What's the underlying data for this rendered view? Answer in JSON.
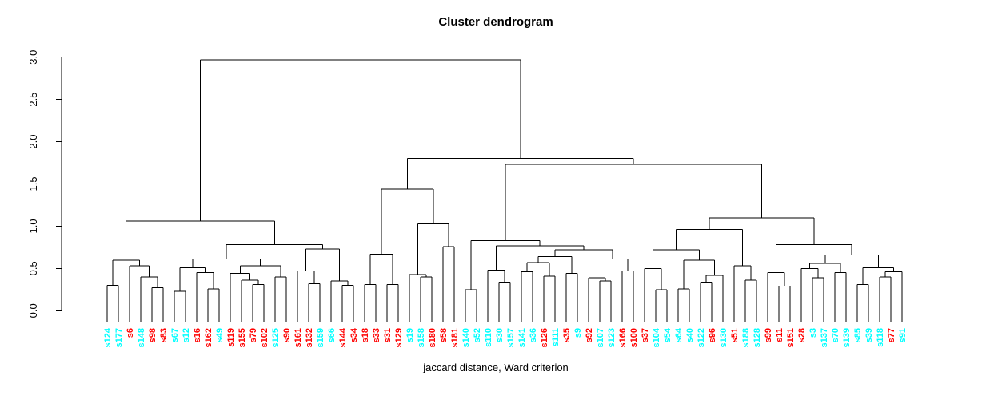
{
  "title": "Cluster dendrogram",
  "subtitle": "jaccard distance, Ward criterion",
  "colors": {
    "red": "#FF0000",
    "cyan": "#00FFFF",
    "line": "#000000",
    "background": "#FFFFFF"
  },
  "chart_data": {
    "type": "dendrogram",
    "title": "Cluster dendrogram",
    "subtitle": "jaccard distance, Ward criterion",
    "ylabel": "",
    "ylim": [
      0,
      3
    ],
    "yticks": [
      "0.0",
      "0.5",
      "1.0",
      "1.5",
      "2.0",
      "2.5",
      "3.0"
    ],
    "ytick_values": [
      0,
      0.5,
      1,
      1.5,
      2,
      2.5,
      3
    ],
    "grid": "off",
    "root_height": 2.97,
    "leaves": [
      {
        "label": "s124",
        "color": "cyan"
      },
      {
        "label": "s177",
        "color": "cyan"
      },
      {
        "label": "s6",
        "color": "red"
      },
      {
        "label": "s148",
        "color": "cyan"
      },
      {
        "label": "s98",
        "color": "red"
      },
      {
        "label": "s83",
        "color": "red"
      },
      {
        "label": "s67",
        "color": "cyan"
      },
      {
        "label": "s12",
        "color": "cyan"
      },
      {
        "label": "s16",
        "color": "red"
      },
      {
        "label": "s162",
        "color": "red"
      },
      {
        "label": "s49",
        "color": "cyan"
      },
      {
        "label": "s119",
        "color": "red"
      },
      {
        "label": "s155",
        "color": "red"
      },
      {
        "label": "s79",
        "color": "red"
      },
      {
        "label": "s102",
        "color": "red"
      },
      {
        "label": "s125",
        "color": "cyan"
      },
      {
        "label": "s90",
        "color": "red"
      },
      {
        "label": "s161",
        "color": "red"
      },
      {
        "label": "s132",
        "color": "red"
      },
      {
        "label": "s159",
        "color": "cyan"
      },
      {
        "label": "s66",
        "color": "cyan"
      },
      {
        "label": "s144",
        "color": "red"
      },
      {
        "label": "s34",
        "color": "red"
      },
      {
        "label": "s18",
        "color": "red"
      },
      {
        "label": "s33",
        "color": "red"
      },
      {
        "label": "s31",
        "color": "red"
      },
      {
        "label": "s129",
        "color": "red"
      },
      {
        "label": "s19",
        "color": "cyan"
      },
      {
        "label": "s158",
        "color": "cyan"
      },
      {
        "label": "s180",
        "color": "red"
      },
      {
        "label": "s58",
        "color": "red"
      },
      {
        "label": "s181",
        "color": "red"
      },
      {
        "label": "s140",
        "color": "cyan"
      },
      {
        "label": "s52",
        "color": "cyan"
      },
      {
        "label": "s110",
        "color": "cyan"
      },
      {
        "label": "s30",
        "color": "cyan"
      },
      {
        "label": "s157",
        "color": "cyan"
      },
      {
        "label": "s141",
        "color": "cyan"
      },
      {
        "label": "s36",
        "color": "cyan"
      },
      {
        "label": "s126",
        "color": "red"
      },
      {
        "label": "s111",
        "color": "cyan"
      },
      {
        "label": "s35",
        "color": "red"
      },
      {
        "label": "s9",
        "color": "cyan"
      },
      {
        "label": "s92",
        "color": "red"
      },
      {
        "label": "s107",
        "color": "cyan"
      },
      {
        "label": "s123",
        "color": "cyan"
      },
      {
        "label": "s166",
        "color": "red"
      },
      {
        "label": "s100",
        "color": "red"
      },
      {
        "label": "s37",
        "color": "red"
      },
      {
        "label": "s104",
        "color": "cyan"
      },
      {
        "label": "s54",
        "color": "cyan"
      },
      {
        "label": "s64",
        "color": "cyan"
      },
      {
        "label": "s40",
        "color": "cyan"
      },
      {
        "label": "s122",
        "color": "cyan"
      },
      {
        "label": "s96",
        "color": "red"
      },
      {
        "label": "s130",
        "color": "cyan"
      },
      {
        "label": "s51",
        "color": "red"
      },
      {
        "label": "s188",
        "color": "cyan"
      },
      {
        "label": "s128",
        "color": "cyan"
      },
      {
        "label": "s99",
        "color": "red"
      },
      {
        "label": "s11",
        "color": "red"
      },
      {
        "label": "s151",
        "color": "red"
      },
      {
        "label": "s28",
        "color": "red"
      },
      {
        "label": "s3",
        "color": "cyan"
      },
      {
        "label": "s137",
        "color": "cyan"
      },
      {
        "label": "s70",
        "color": "cyan"
      },
      {
        "label": "s139",
        "color": "cyan"
      },
      {
        "label": "s85",
        "color": "cyan"
      },
      {
        "label": "s39",
        "color": "cyan"
      },
      {
        "label": "s118",
        "color": "cyan"
      },
      {
        "label": "s77",
        "color": "red"
      },
      {
        "label": "s91",
        "color": "cyan"
      }
    ],
    "tree": [
      2.97,
      [
        1.06,
        [
          0.6,
          [
            0.3,
            "s124",
            "s177"
          ],
          [
            0.53,
            "s6",
            [
              0.4,
              "s148",
              [
                0.27,
                "s98",
                "s83"
              ]
            ]
          ]
        ],
        [
          0.78,
          [
            0.61,
            [
              0.51,
              [
                0.23,
                "s67",
                "s12"
              ],
              [
                0.45,
                "s16",
                [
                  0.26,
                  "s162",
                  "s49"
                ]
              ]
            ],
            [
              0.53,
              [
                0.44,
                "s119",
                [
                  0.36,
                  "s155",
                  [
                    0.31,
                    "s79",
                    "s102"
                  ]
                ]
              ],
              [
                0.4,
                "s125",
                "s90"
              ]
            ]
          ],
          [
            0.73,
            [
              0.47,
              "s161",
              [
                0.32,
                "s132",
                "s159"
              ]
            ],
            [
              0.35,
              "s66",
              [
                0.3,
                "s144",
                "s34"
              ]
            ]
          ]
        ]
      ],
      [
        1.8,
        [
          1.44,
          [
            0.67,
            [
              0.31,
              "s18",
              "s33"
            ],
            [
              0.31,
              "s31",
              "s129"
            ]
          ],
          [
            1.03,
            [
              0.43,
              "s19",
              [
                0.4,
                "s158",
                "s180"
              ]
            ],
            [
              0.76,
              "s58",
              "s181"
            ]
          ]
        ],
        [
          1.73,
          [
            0.83,
            [
              0.25,
              "s140",
              "s52"
            ],
            [
              0.77,
              [
                0.48,
                "s110",
                [
                  0.33,
                  "s30",
                  "s157"
                ]
              ],
              [
                0.72,
                [
                  0.64,
                  [
                    0.57,
                    [
                      0.46,
                      "s141",
                      "s36"
                    ],
                    [
                      0.41,
                      "s126",
                      "s111"
                    ]
                  ],
                  [
                    0.44,
                    "s35",
                    "s9"
                  ]
                ],
                [
                  0.61,
                  [
                    0.39,
                    "s92",
                    [
                      0.35,
                      "s107",
                      "s123"
                    ]
                  ],
                  [
                    0.47,
                    "s166",
                    "s100"
                  ]
                ]
              ]
            ]
          ],
          [
            1.1,
            [
              0.96,
              [
                0.72,
                [
                  0.5,
                  "s37",
                  [
                    0.25,
                    "s104",
                    "s54"
                  ]
                ],
                [
                  0.6,
                  [
                    0.26,
                    "s64",
                    "s40"
                  ],
                  [
                    0.42,
                    [
                      0.33,
                      "s122",
                      "s96"
                    ],
                    "s130"
                  ]
                ]
              ],
              [
                0.53,
                "s51",
                [
                  0.36,
                  "s188",
                  "s128"
                ]
              ]
            ],
            [
              0.78,
              [
                0.45,
                "s99",
                [
                  0.29,
                  "s11",
                  "s151"
                ]
              ],
              [
                0.66,
                [
                  0.56,
                  [
                    0.5,
                    "s28",
                    [
                      0.39,
                      "s3",
                      "s137"
                    ]
                  ],
                  [
                    0.45,
                    "s70",
                    "s139"
                  ]
                ],
                [
                  0.51,
                  [
                    0.31,
                    "s85",
                    "s39"
                  ],
                  [
                    0.46,
                    [
                      0.4,
                      "s118",
                      "s77"
                    ],
                    "s91"
                  ]
                ]
              ]
            ]
          ]
        ]
      ]
    ]
  }
}
